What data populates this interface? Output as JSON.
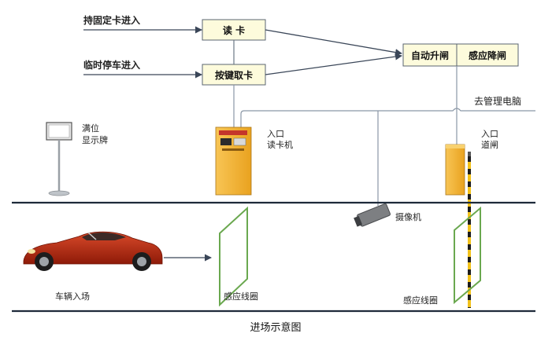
{
  "title": "进场示意图",
  "inputs": {
    "fixed_card": "持固定卡进入",
    "temp_parking": "临时停车进入"
  },
  "boxes": {
    "read_card": "读    卡",
    "button_card": "按键取卡",
    "auto_raise": "自动升闸",
    "sense_lower": "感应降闸"
  },
  "labels": {
    "to_pc": "去管理电脑",
    "display_board": [
      "满位",
      "显示牌"
    ],
    "entry_reader": [
      "入口",
      "读卡机"
    ],
    "entry_gate": [
      "入口",
      "道闸"
    ],
    "camera": "摄像机",
    "car_entry": "车辆入场",
    "loop_left": "感应线圈",
    "loop_right": "感应线圈"
  },
  "colors": {
    "box_fill": "#fdfbdc",
    "reader_body": "#f5b630",
    "car_body": "#b3230e",
    "loop": "#6aa84f",
    "line": "#8a97a6",
    "arrow": "#3a4658"
  }
}
